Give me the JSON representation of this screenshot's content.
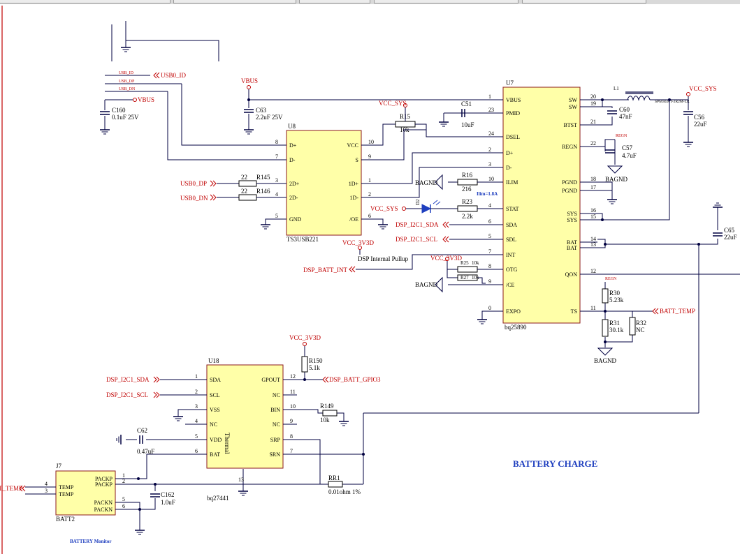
{
  "title": "BATTERY CHARGE",
  "monitor_title": "BATTERY Monitor",
  "net_labels": {
    "usb_id_small": "USB_ID",
    "usb_dp_small": "USB_DP",
    "usb_dn_small": "USB_DN",
    "usb0_id": "USB0_ID",
    "usb0_dp": "USB0_DP",
    "usb0_dn": "USB0_DN",
    "vbus": "VBUS",
    "vcc_sys": "VCC_SYS",
    "vcc_3v3d": "VCC_3V3D",
    "dsp_i2c1_sda": "DSP_I2C1_SDA",
    "dsp_i2c1_scl": "DSP_I2C1_SCL",
    "dsp_batt_int": "DSP_BATT_INT",
    "dsp_batt_gpio3": "DSP_BATT_GPIO3",
    "batt_temp": "BATT_TEMP",
    "batt_temp_left": "T_TEMP",
    "bagnd": "BAGND",
    "regn": "REGN"
  },
  "notes": {
    "pullup": "DSP Internal Pullup",
    "ilim": "Ilim=1.8A"
  },
  "u8": {
    "ref": "U8",
    "part": "TS3USB221",
    "left_pins": [
      {
        "num": "8",
        "name": "D+"
      },
      {
        "num": "7",
        "name": "D-"
      },
      {
        "num": "3",
        "name": "2D+"
      },
      {
        "num": "4",
        "name": "2D-"
      },
      {
        "num": "5",
        "name": "GND"
      }
    ],
    "right_pins": [
      {
        "num": "10",
        "name": "VCC"
      },
      {
        "num": "9",
        "name": "S"
      },
      {
        "num": "1",
        "name": "1D+"
      },
      {
        "num": "2",
        "name": "1D-"
      },
      {
        "num": "6",
        "name": "/OE"
      }
    ]
  },
  "u7": {
    "ref": "U7",
    "part": "bq25890",
    "left_pins": [
      {
        "num": "1",
        "name": "VBUS"
      },
      {
        "num": "23",
        "name": "PMID"
      },
      {
        "num": "24",
        "name": "DSEL"
      },
      {
        "num": "2",
        "name": "D+"
      },
      {
        "num": "3",
        "name": "D-"
      },
      {
        "num": "10",
        "name": "ILIM"
      },
      {
        "num": "4",
        "name": "STAT"
      },
      {
        "num": "6",
        "name": "SDA"
      },
      {
        "num": "5",
        "name": "SDL"
      },
      {
        "num": "7",
        "name": "INT"
      },
      {
        "num": "8",
        "name": "OTG"
      },
      {
        "num": "9",
        "name": "/CE"
      },
      {
        "num": "0",
        "name": "EXPO"
      }
    ],
    "right_pins": [
      {
        "num": "20",
        "name": "SW"
      },
      {
        "num": "19",
        "name": "SW"
      },
      {
        "num": "21",
        "name": "BTST"
      },
      {
        "num": "22",
        "name": "REGN"
      },
      {
        "num": "18",
        "name": "PGND"
      },
      {
        "num": "17",
        "name": "PGND"
      },
      {
        "num": "16",
        "name": "SYS"
      },
      {
        "num": "15",
        "name": "SYS"
      },
      {
        "num": "14",
        "name": "BAT"
      },
      {
        "num": "13",
        "name": "BAT"
      },
      {
        "num": "12",
        "name": "QON"
      },
      {
        "num": "11",
        "name": "TS"
      }
    ]
  },
  "u18": {
    "ref": "U18",
    "part": "bq27441",
    "thermal": "Thermal",
    "bottom_pin": "13",
    "left_pins": [
      {
        "num": "1",
        "name": "SDA"
      },
      {
        "num": "2",
        "name": "SCL"
      },
      {
        "num": "3",
        "name": "VSS"
      },
      {
        "num": "4",
        "name": "NC"
      },
      {
        "num": "5",
        "name": "VDD"
      },
      {
        "num": "6",
        "name": "BAT"
      }
    ],
    "right_pins": [
      {
        "num": "12",
        "name": "GPOUT"
      },
      {
        "num": "11",
        "name": "NC"
      },
      {
        "num": "10",
        "name": "BIN"
      },
      {
        "num": "9",
        "name": "NC"
      },
      {
        "num": "8",
        "name": "SRP"
      },
      {
        "num": "7",
        "name": "SRN"
      }
    ]
  },
  "j7": {
    "ref": "J7",
    "part": "BATT2",
    "left_pins": [
      {
        "num": "4",
        "name": "TEMP"
      },
      {
        "num": "3",
        "name": "TEMP"
      }
    ],
    "right_pins": [
      {
        "num": "1",
        "name": "PACKP"
      },
      {
        "num": "2",
        "name": "PACKP"
      },
      {
        "num": "5",
        "name": "PACKN"
      },
      {
        "num": "6",
        "name": "PACKN"
      }
    ]
  },
  "components": {
    "c160": {
      "ref": "C160",
      "value": "0.1uF 25V"
    },
    "c63": {
      "ref": "C63",
      "value": "2.2uF 25V"
    },
    "c51": {
      "ref": "C51",
      "value": "10uF"
    },
    "c60": {
      "ref": "C60",
      "value": "47nF"
    },
    "c56": {
      "ref": "C56",
      "value": "22uF"
    },
    "c57": {
      "ref": "C57",
      "value": "4.7uF"
    },
    "c65": {
      "ref": "C65",
      "value": "22uF"
    },
    "c62": {
      "ref": "C62",
      "value": "0.47uF"
    },
    "c162": {
      "ref": "C162",
      "value": "1.0uF"
    },
    "r15": {
      "ref": "R15",
      "value": "10k"
    },
    "r16": {
      "ref": "R16",
      "value": "216"
    },
    "r23": {
      "ref": "R23",
      "value": "2.2k"
    },
    "r25": {
      "ref": "R25",
      "value": "10k"
    },
    "r27": {
      "ref": "R27",
      "value": "10k"
    },
    "r30": {
      "ref": "R30",
      "value": "5.23k"
    },
    "r31": {
      "ref": "R31",
      "value": "30.1k"
    },
    "r32": {
      "ref": "R32",
      "value": "NC"
    },
    "r145": {
      "ref": "R145",
      "value": "22"
    },
    "r146": {
      "ref": "R146",
      "value": "22"
    },
    "r150": {
      "ref": "R150",
      "value": "5.1k"
    },
    "r149": {
      "ref": "R149",
      "value": "10k"
    },
    "rr1": {
      "ref": "RR1",
      "value": "0.01ohm 1%"
    },
    "l1": {
      "ref": "L1",
      "value": "SPM3020T-2R2M-LR"
    },
    "d": {
      "ref": "D2",
      "value": "LED"
    }
  }
}
